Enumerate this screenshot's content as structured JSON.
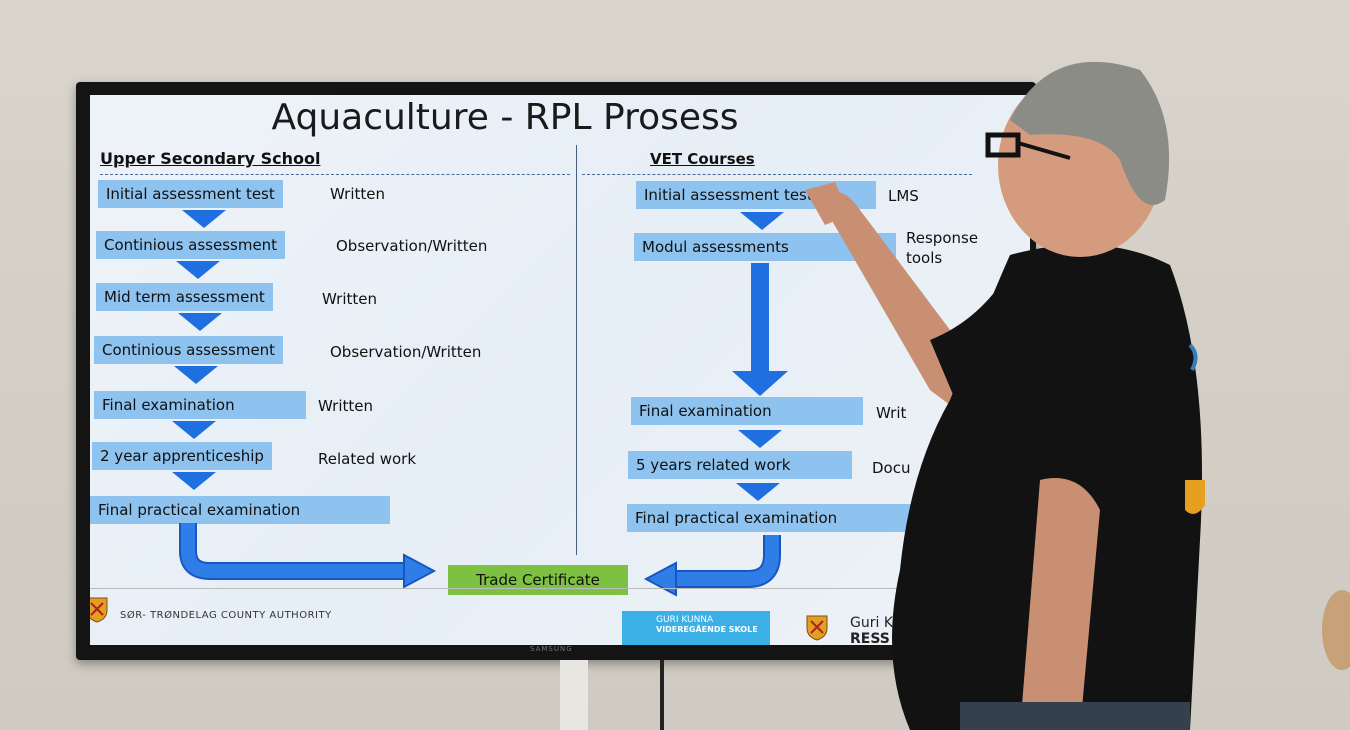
{
  "slide": {
    "title": "Aquaculture - RPL Prosess",
    "left_heading": "Upper Secondary School",
    "right_heading": "VET Courses",
    "left_steps": [
      {
        "label": "Initial assessment test",
        "note": "Written"
      },
      {
        "label": "Continious assessment",
        "note": "Observation/Written"
      },
      {
        "label": "Mid term assessment",
        "note": "Written"
      },
      {
        "label": "Continious assessment",
        "note": "Observation/Written"
      },
      {
        "label": "Final examination",
        "note": "Written"
      },
      {
        "label": "2 year apprenticeship",
        "note": "Related work"
      },
      {
        "label": "Final practical examination",
        "note": ""
      }
    ],
    "right_steps": [
      {
        "label": "Initial assessment test",
        "note": "LMS"
      },
      {
        "label": "Modul assessments",
        "note": "Response tools"
      },
      {
        "label": "Final examination",
        "note": "Writ"
      },
      {
        "label": "5 years related work",
        "note": "Docu"
      },
      {
        "label": "Final practical examination",
        "note": ""
      }
    ],
    "result": "Trade Certificate",
    "footer_left": "SØR- TRØNDELAG COUNTY AUTHORITY",
    "logo_guri": "GURI KUNNA",
    "logo_guri_sub": "VIDEREGÅENDE SKOLE",
    "logo_right_top": "Guri K",
    "logo_right_bottom": "RESS"
  },
  "tv_brand": "SAMSUNG",
  "colors": {
    "box": "#8dc3ee",
    "arrow": "#1f6fe0",
    "certificate": "#7cc142",
    "shirt": "#111111"
  }
}
